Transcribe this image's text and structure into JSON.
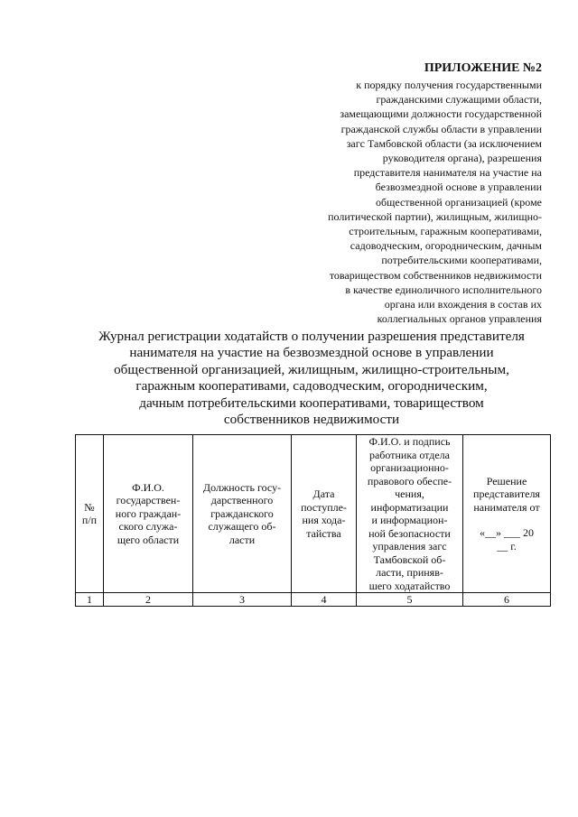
{
  "appendix": {
    "title": "ПРИЛОЖЕНИЕ №2",
    "lines": [
      "к порядку получения государственными",
      "гражданскими служащими области,",
      "замещающими должности государственной",
      "гражданской службы области в управлении",
      "загс Тамбовской области (за исключением",
      "руководителя органа), разрешения",
      "представителя нанимателя на участие на",
      "безвозмездной основе в управлении",
      "общественной организацией (кроме",
      "политической партии), жилищным, жилищно-",
      "строительным, гаражным кооперативами,",
      "садоводческим, огородническим, дачным",
      "потребительскими кооперативами,",
      "товариществом собственников недвижимости",
      "в качестве единоличного исполнительного",
      "органа или вхождения в состав их",
      "коллегиальных органов управления"
    ]
  },
  "journal": {
    "title_lines": [
      "Журнал регистрации ходатайств о получении разрешения представителя",
      "нанимателя на участие на безвозмездной основе в управлении",
      "общественной организацией, жилищным, жилищно-строительным,",
      "гаражным кооперативами, садоводческим, огородническим,",
      "дачным потребительскими кооперативами, товариществом",
      "собственников недвижимости"
    ]
  },
  "table": {
    "headers": [
      [
        "№",
        "п/п"
      ],
      [
        "Ф.И.О.",
        "государствен-",
        "ного граждан-",
        "ского служа-",
        "щего области"
      ],
      [
        "Должность госу-",
        "дарственного",
        "гражданского",
        "служащего об-",
        "ласти"
      ],
      [
        "Дата",
        "поступле-",
        "ния хода-",
        "тайства"
      ],
      [
        "Ф.И.О. и подпись",
        "работника отдела",
        "организационно-",
        "правового обеспе-",
        "чения,",
        "информатизации",
        "и информацион-",
        "ной безопасности",
        "управления загс",
        "Тамбовской об-",
        "ласти, приняв-",
        "шего ходатайство"
      ],
      [
        "Решение",
        "представителя",
        "нанимателя от",
        "",
        "«__» ___ 20",
        "__ г."
      ]
    ],
    "numbers": [
      "1",
      "2",
      "3",
      "4",
      "5",
      "6"
    ]
  }
}
